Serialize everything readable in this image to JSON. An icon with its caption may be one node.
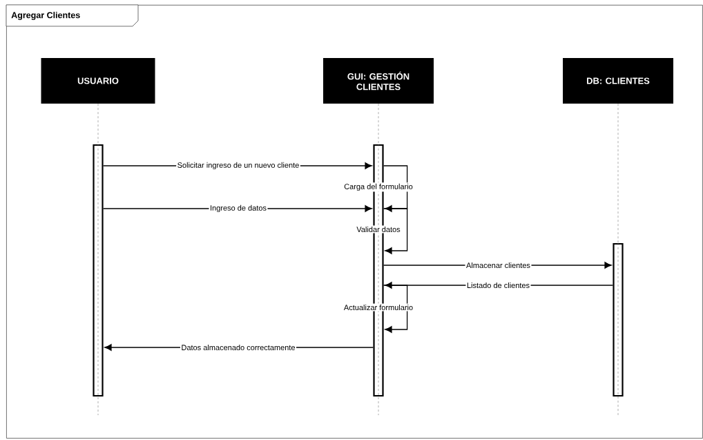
{
  "diagram": {
    "nodes": [
      {
        "text": [
          "Agregar Clientes"
        ]
      },
      {
        "text": [
          "USUARIO"
        ],
        "in": 0
      },
      {
        "text": [
          "GUI: GESTIÓN CLIENTES"
        ],
        "in": 0
      },
      {
        "text": [
          "DB: CLIENTES"
        ],
        "in": 0
      },
      {
        "text": [],
        "shape": "bar",
        "in": 0
      },
      {
        "text": [],
        "shape": "bar",
        "in": 0
      },
      {
        "text": [],
        "shape": "bar",
        "in": 0
      }
    ],
    "edges": [
      {
        "from": 1,
        "to": 4,
        "arrow": "none",
        "style": "dashed"
      },
      {
        "from": 2,
        "to": 5,
        "arrow": "none",
        "style": "dashed"
      },
      {
        "from": 3,
        "to": 6,
        "arrow": "none",
        "style": "dashed"
      },
      {
        "from": 4,
        "to": 5,
        "arrow": "to",
        "label": "Solicitar ingreso de un nuevo cliente"
      },
      {
        "from": 5,
        "to": 5,
        "arrow": "to",
        "label": "Carga del formulario"
      },
      {
        "from": 4,
        "to": 5,
        "arrow": "to",
        "label": "Ingreso de datos"
      },
      {
        "from": 5,
        "to": 5,
        "arrow": "to",
        "label": "Validar datos"
      },
      {
        "from": 5,
        "to": 6,
        "arrow": "to",
        "label": "Almacenar clientes"
      },
      {
        "from": 6,
        "to": 5,
        "arrow": "to",
        "label": "Listado de clientes"
      },
      {
        "from": 5,
        "to": 5,
        "arrow": "to",
        "label": "Actualizar formulario"
      },
      {
        "from": 5,
        "to": 4,
        "arrow": "to",
        "label": "Datos almacenado correctamente"
      }
    ]
  }
}
